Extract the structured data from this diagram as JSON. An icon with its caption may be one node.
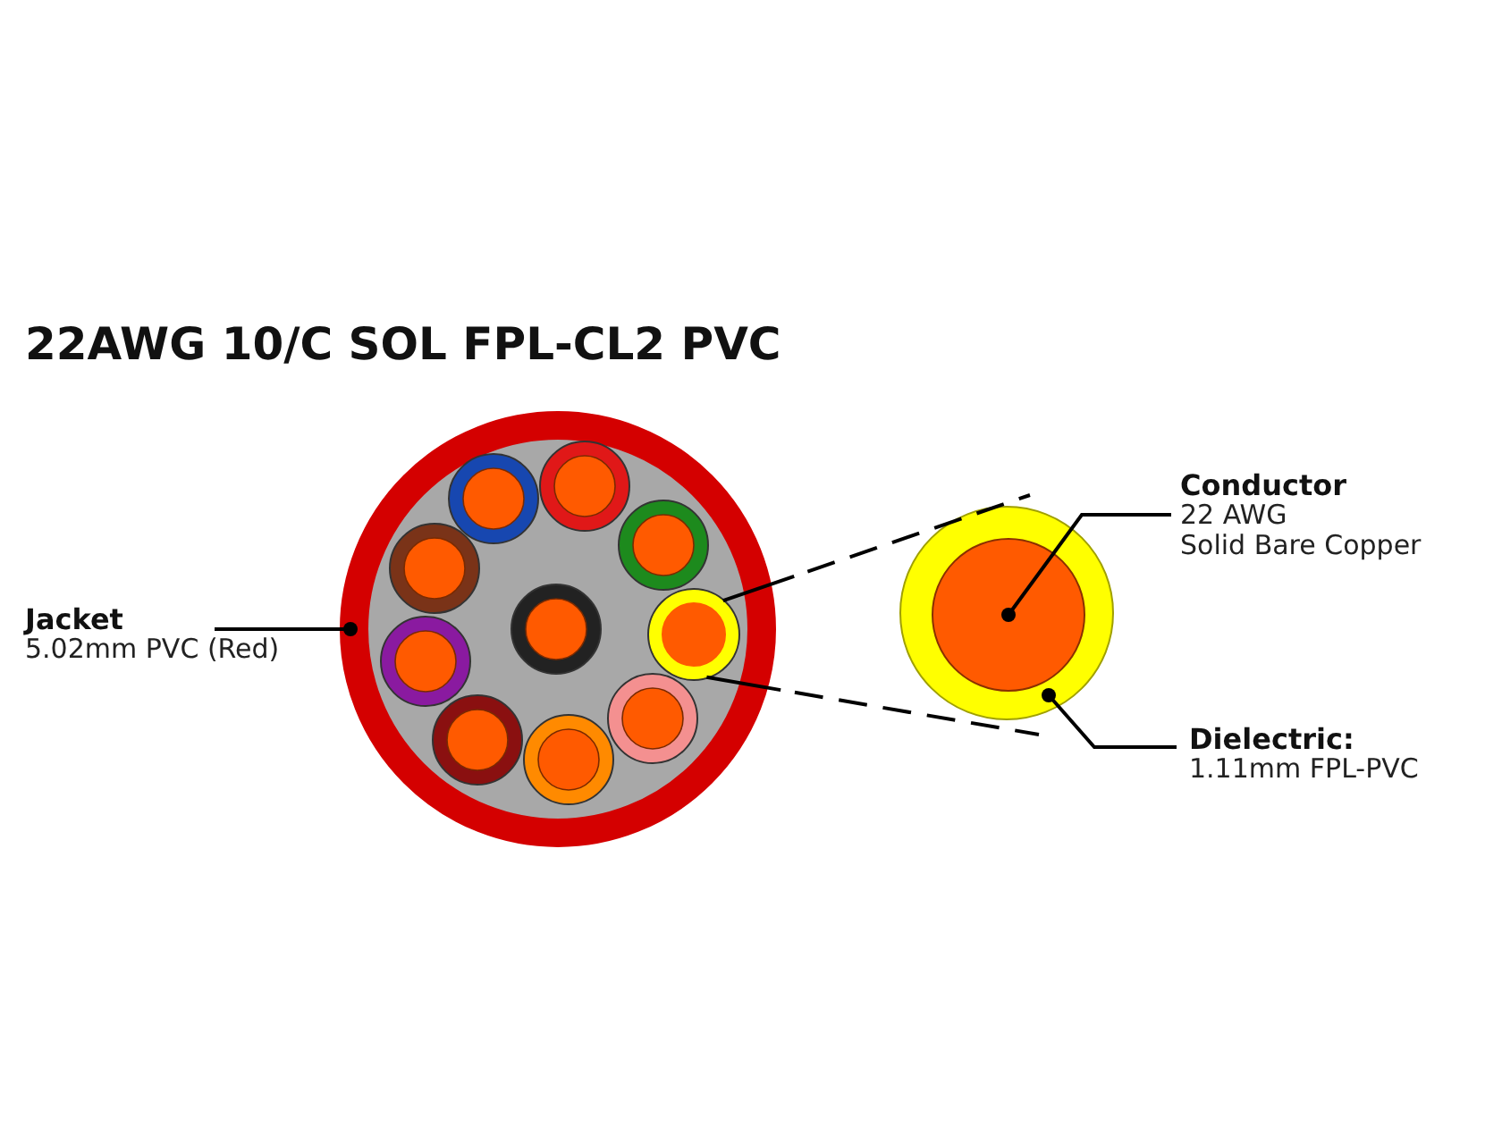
{
  "diagram": {
    "title": "22AWG 10/C SOL FPL-CL2 PVC",
    "nodes": [
      {
        "text": [
          "Jacket",
          "5.02mm PVC (Red)"
        ]
      },
      {
        "text": [],
        "shape": "circle"
      },
      {
        "text": [
          "Conductor",
          "22 AWG",
          "Solid Bare Copper"
        ]
      },
      {
        "text": [],
        "shape": "circle",
        "in": 4
      },
      {
        "text": [],
        "shape": "circle"
      },
      {
        "text": [
          "Dielectric:",
          "1.11mm FPL-PVC"
        ]
      },
      {
        "text": [],
        "shape": "circle",
        "in": 1
      }
    ],
    "edges": [
      {
        "from": 0,
        "to": 1,
        "arrow": "other"
      },
      {
        "from": 2,
        "to": 3,
        "arrow": "other"
      },
      {
        "from": 5,
        "to": 4,
        "arrow": "other"
      },
      {
        "from": 6,
        "to": 4,
        "arrow": "none",
        "style": "dashed"
      },
      {
        "from": 6,
        "to": 4,
        "arrow": "none",
        "style": "dashed"
      }
    ]
  }
}
